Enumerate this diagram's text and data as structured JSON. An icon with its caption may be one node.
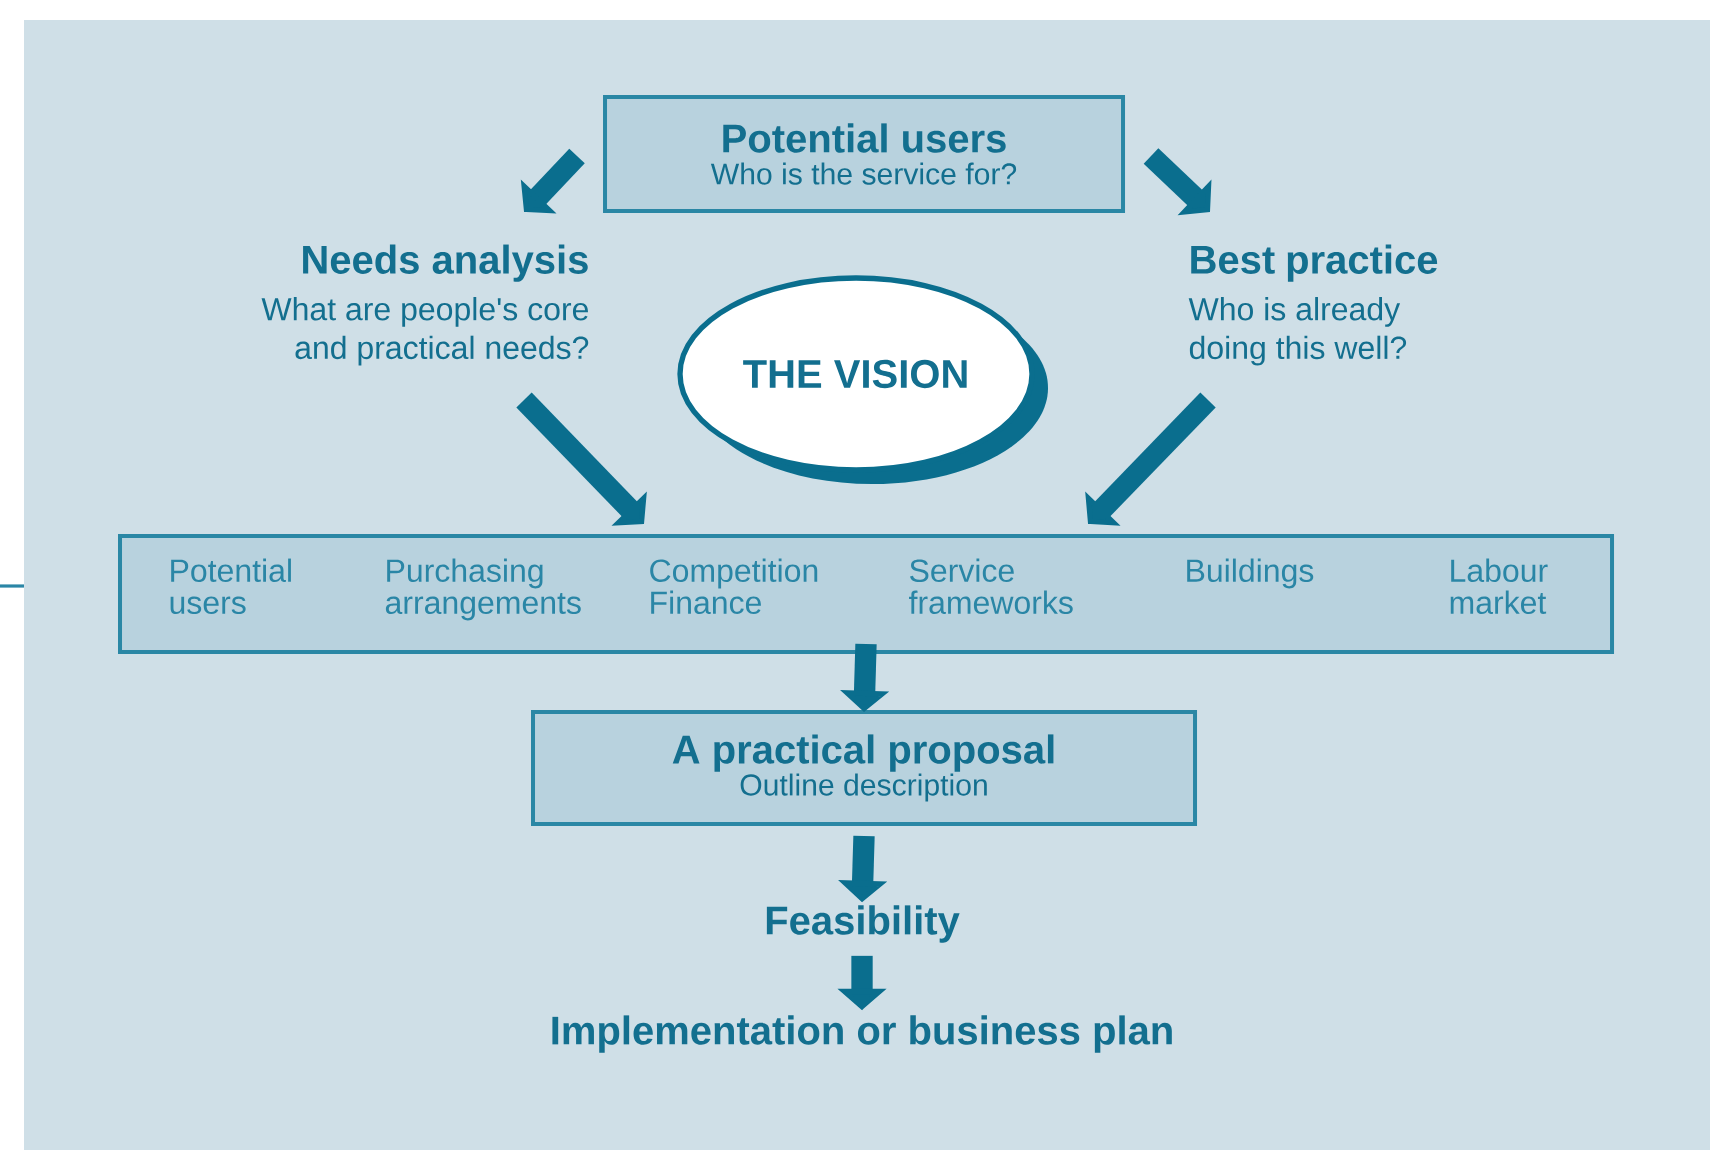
{
  "diagram": {
    "nodes": [
      {
        "text": [
          "Potential users",
          "Who is the service for?"
        ]
      },
      {
        "text": [
          "Needs analysis",
          "What are people's core and practical needs?"
        ]
      },
      {
        "text": [
          "THE VISION"
        ]
      },
      {
        "text": [
          "Best practice",
          "Who is already doing this well?"
        ]
      },
      {
        "text": [
          "Potential users",
          "Purchasing arrangements",
          "Competition Finance",
          "Service frameworks",
          "Buildings",
          "Labour market"
        ]
      },
      {
        "text": [
          "A practical proposal",
          "Outline description"
        ]
      },
      {
        "text": [
          "Feasibility"
        ]
      },
      {
        "text": [
          "Implementation or business plan"
        ]
      }
    ],
    "edges": [
      {
        "from": 0,
        "to": 1,
        "arrow": "to"
      },
      {
        "from": 0,
        "to": 3,
        "arrow": "to"
      },
      {
        "from": 1,
        "to": 4,
        "arrow": "to"
      },
      {
        "from": 3,
        "to": 4,
        "arrow": "to"
      },
      {
        "from": 4,
        "to": 5,
        "arrow": "to"
      },
      {
        "from": 5,
        "to": 6,
        "arrow": "to"
      },
      {
        "from": 6,
        "to": 7,
        "arrow": "to"
      }
    ]
  }
}
